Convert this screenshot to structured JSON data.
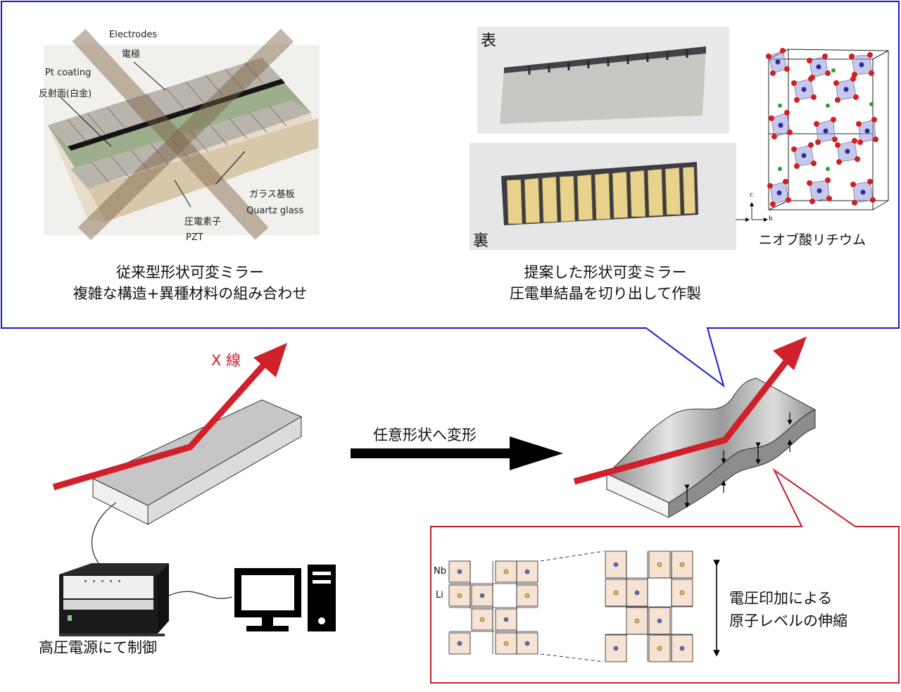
{
  "left_photo": {
    "label_electrodes": "Electrodes",
    "label_electrodes_jp": "電極",
    "label_pt": "Pt coating",
    "label_pt_jp": "反射面(白金)",
    "label_glass_jp": "ガラス基板",
    "label_glass": "Quartz glass",
    "label_pzt_jp": "圧電素子",
    "label_pzt": "PZT",
    "caption_line1": "従来型形状可変ミラー",
    "caption_line2": "複雑な構造+異種材料の組み合わせ"
  },
  "right_photo": {
    "label_front": "表",
    "label_back": "裏",
    "crystal_label": "ニオブ酸リチウム",
    "axis_c": "c",
    "axis_b": "b",
    "caption_line1": "提案した形状可変ミラー",
    "caption_line2": "圧電単結晶を切り出して作製"
  },
  "process": {
    "xray_label": "X 線",
    "deform_label": "任意形状へ変形",
    "power_label": "高圧電源にて制御"
  },
  "lattice": {
    "nb_label": "Nb",
    "li_label": "Li",
    "desc_line1": "電圧印加による",
    "desc_line2": "原子レベルの伸縮"
  },
  "colors": {
    "blue_frame": "#1a1ad0",
    "red_frame": "#c0202a",
    "xray_arrow": "#d0202a",
    "cell_fill": "#f6e3d3",
    "nb_atom": "#5570c8",
    "li_atom": "#e8c040"
  }
}
